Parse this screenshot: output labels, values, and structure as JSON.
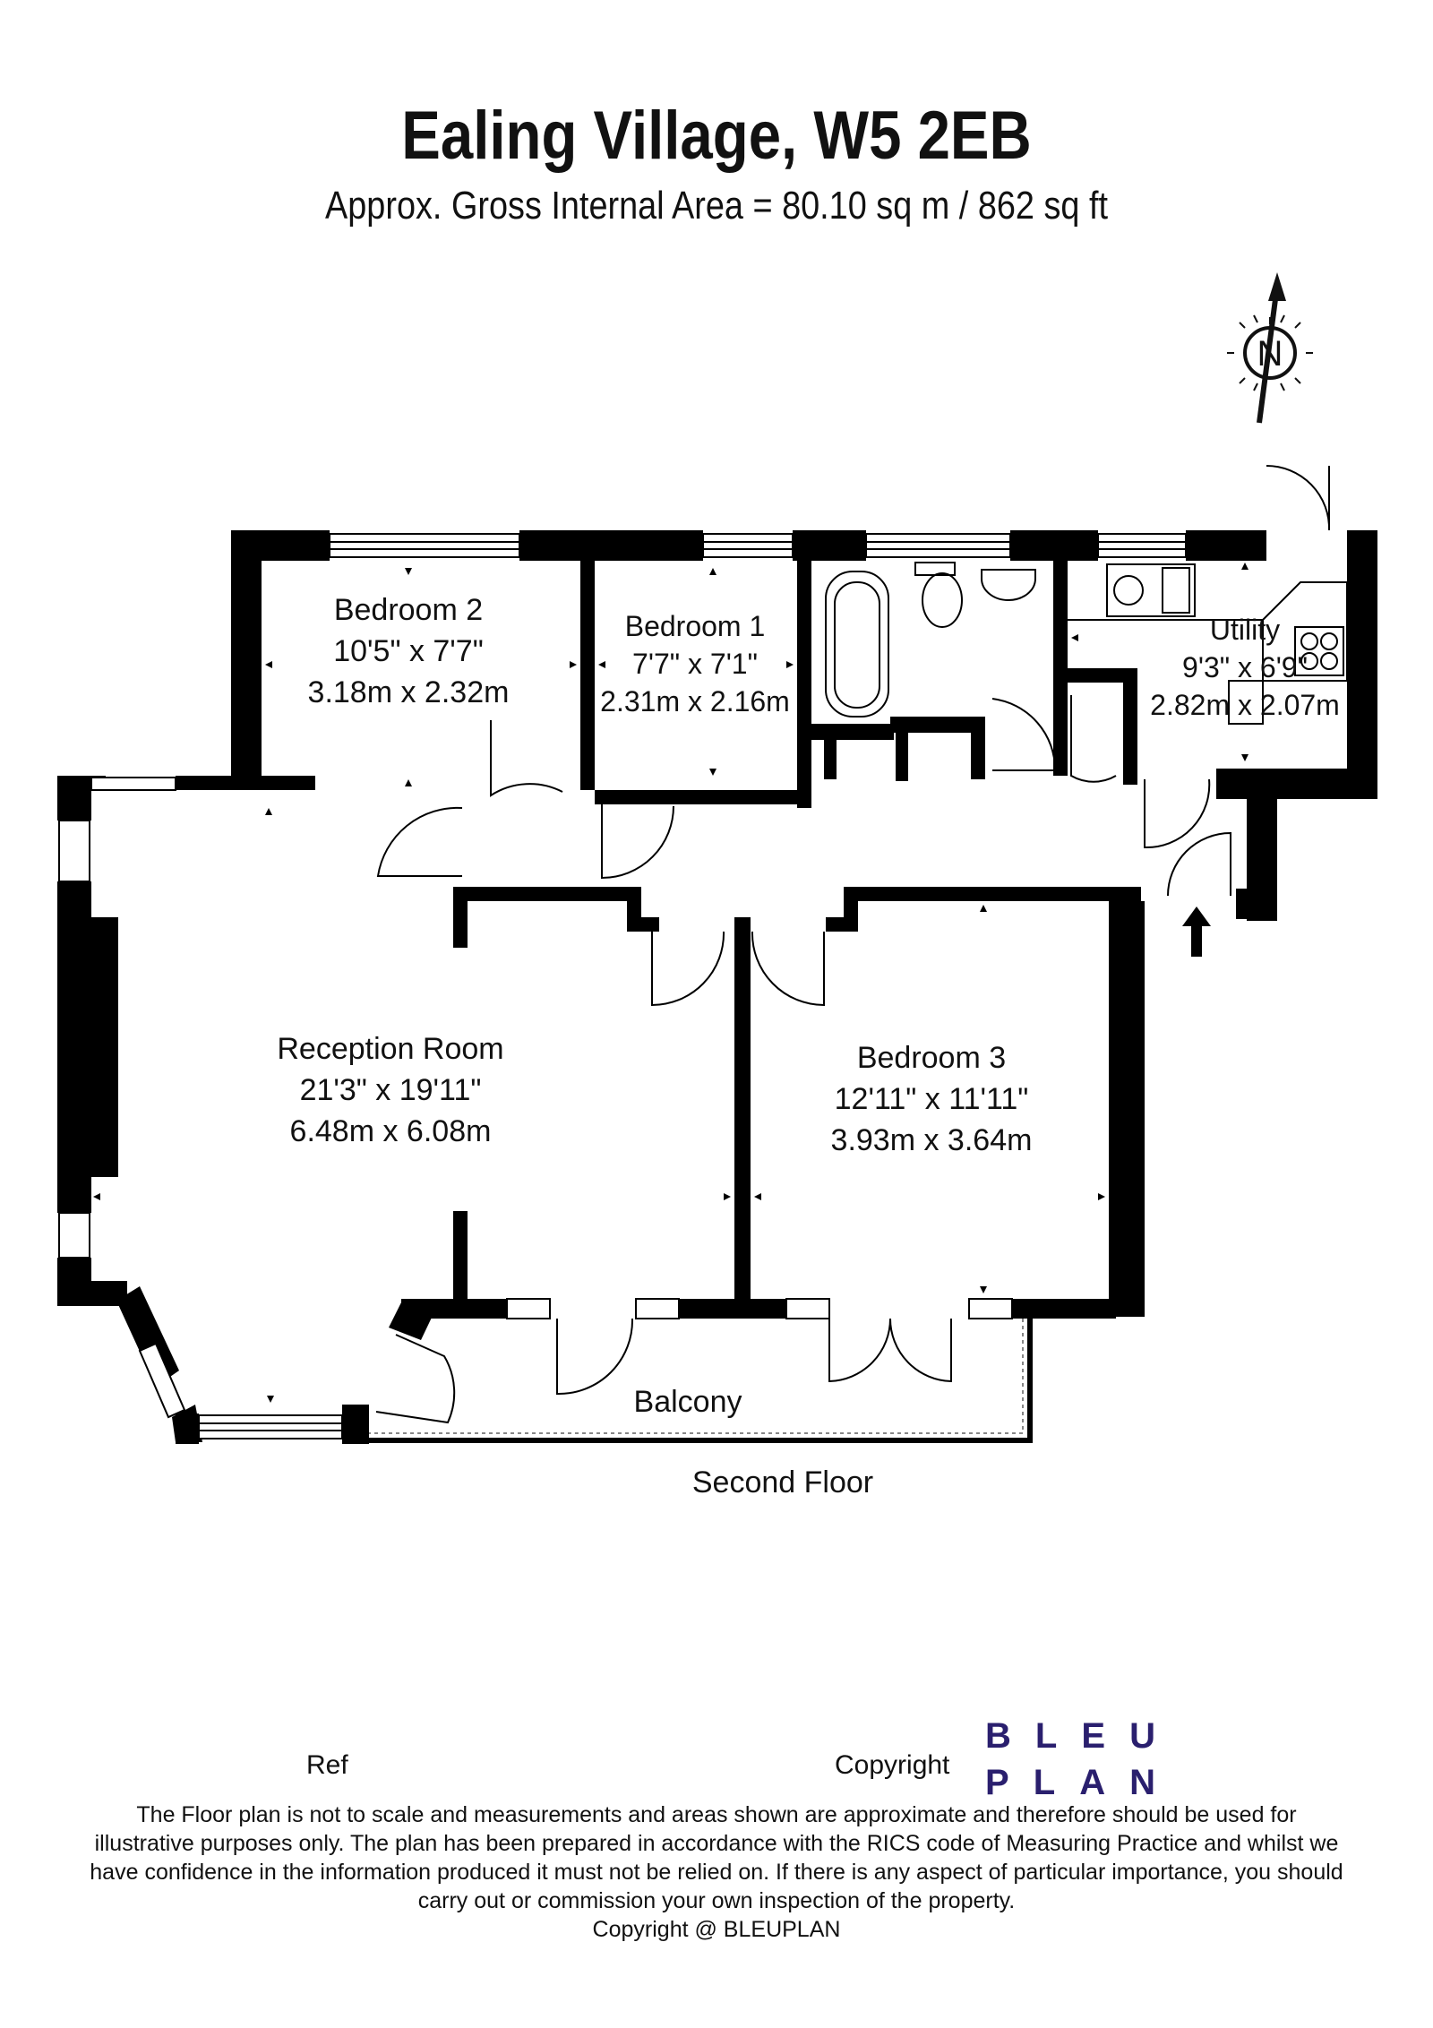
{
  "header": {
    "title": "Ealing Village, W5 2EB",
    "subtitle": "Approx. Gross Internal Area = 80.10 sq m / 862 sq ft"
  },
  "compass": {
    "label": "N"
  },
  "rooms": [
    {
      "name": "Bedroom 2",
      "imperial": "10'5\" x 7'7\"",
      "metric": "3.18m x 2.32m"
    },
    {
      "name": "Bedroom 1",
      "imperial": "7'7\" x 7'1\"",
      "metric": "2.31m x 2.16m"
    },
    {
      "name": "Utility",
      "imperial": "9'3\" x 6'9\"",
      "metric": "2.82m x 2.07m"
    },
    {
      "name": "Reception Room",
      "imperial": "21'3\" x 19'11\"",
      "metric": "6.48m x 6.08m"
    },
    {
      "name": "Bedroom 3",
      "imperial": "12'11\" x 11'11\"",
      "metric": "3.93m x 3.64m"
    }
  ],
  "balcony_label": "Balcony",
  "floor_label": "Second Floor",
  "footer": {
    "ref_label": "Ref",
    "copyright_label": "Copyright",
    "logo_line1": [
      "B",
      "L",
      "E",
      "U"
    ],
    "logo_line2": [
      "P",
      "L",
      "A",
      "N"
    ],
    "logo_color": "#2a1f6e",
    "disclaimer_lines": [
      "The Floor plan is not to scale and measurements and areas shown are approximate and therefore should be used for",
      "illustrative purposes only. The plan has been prepared in accordance with the RICS code of Measuring Practice and whilst we",
      "have confidence in the information produced it must not be relied on. If there is any aspect of particular importance, you should",
      "carry out or commission your own inspection of the property.",
      "Copyright @ BLEUPLAN"
    ]
  }
}
